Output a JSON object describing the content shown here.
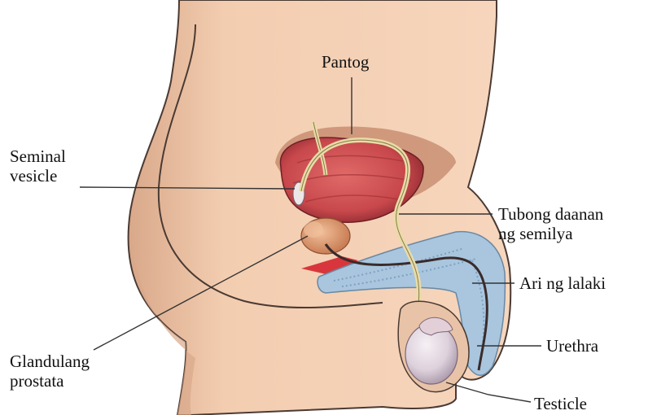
{
  "labels": {
    "bladder": "Pantog",
    "seminal_vesicle": [
      "Seminal",
      "vesicle"
    ],
    "vas_deferens": [
      "Tubong daanan",
      "ng semilya"
    ],
    "penis": "Ari ng lalaki",
    "urethra": "Urethra",
    "testicle": "Testicle",
    "prostate": [
      "Glandulang",
      "prostata"
    ]
  },
  "colors": {
    "skin": "#f3cdb0",
    "skin_shadow": "#d9a88a",
    "skin_outline": "#4a3a33",
    "bladder": "#c8484c",
    "bladder_dark": "#8c2a30",
    "prostate": "#e3a377",
    "duct": "#e9dca6",
    "penis_tissue": "#a9c6de",
    "testicle": "#ddd1dc",
    "leader_line": "#333333"
  }
}
